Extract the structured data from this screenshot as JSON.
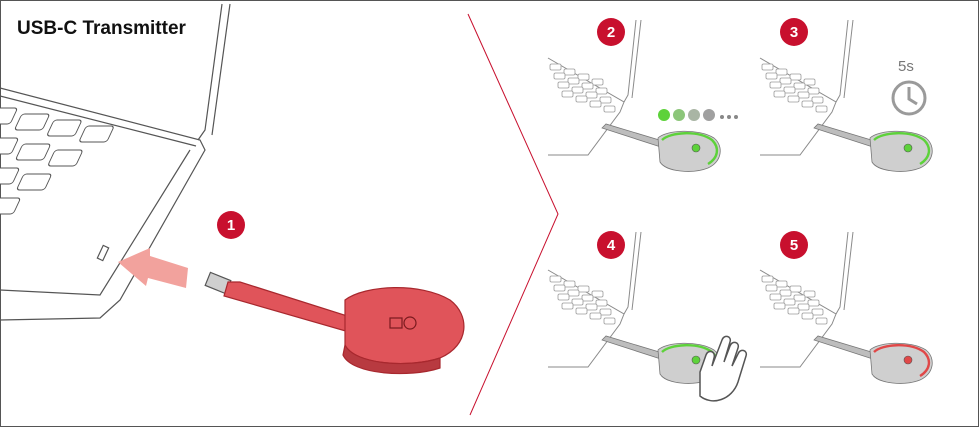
{
  "title": "USB-C Transmitter",
  "steps": [
    {
      "number": "1"
    },
    {
      "number": "2"
    },
    {
      "number": "3"
    },
    {
      "number": "4"
    },
    {
      "number": "5"
    }
  ],
  "timer": {
    "label": "5s"
  },
  "colors": {
    "badge": "#c8102e",
    "transmitter_red": "#e0545a",
    "led_green": "#5dd23a",
    "led_red": "#e04848",
    "arrow": "#f2a29d"
  }
}
